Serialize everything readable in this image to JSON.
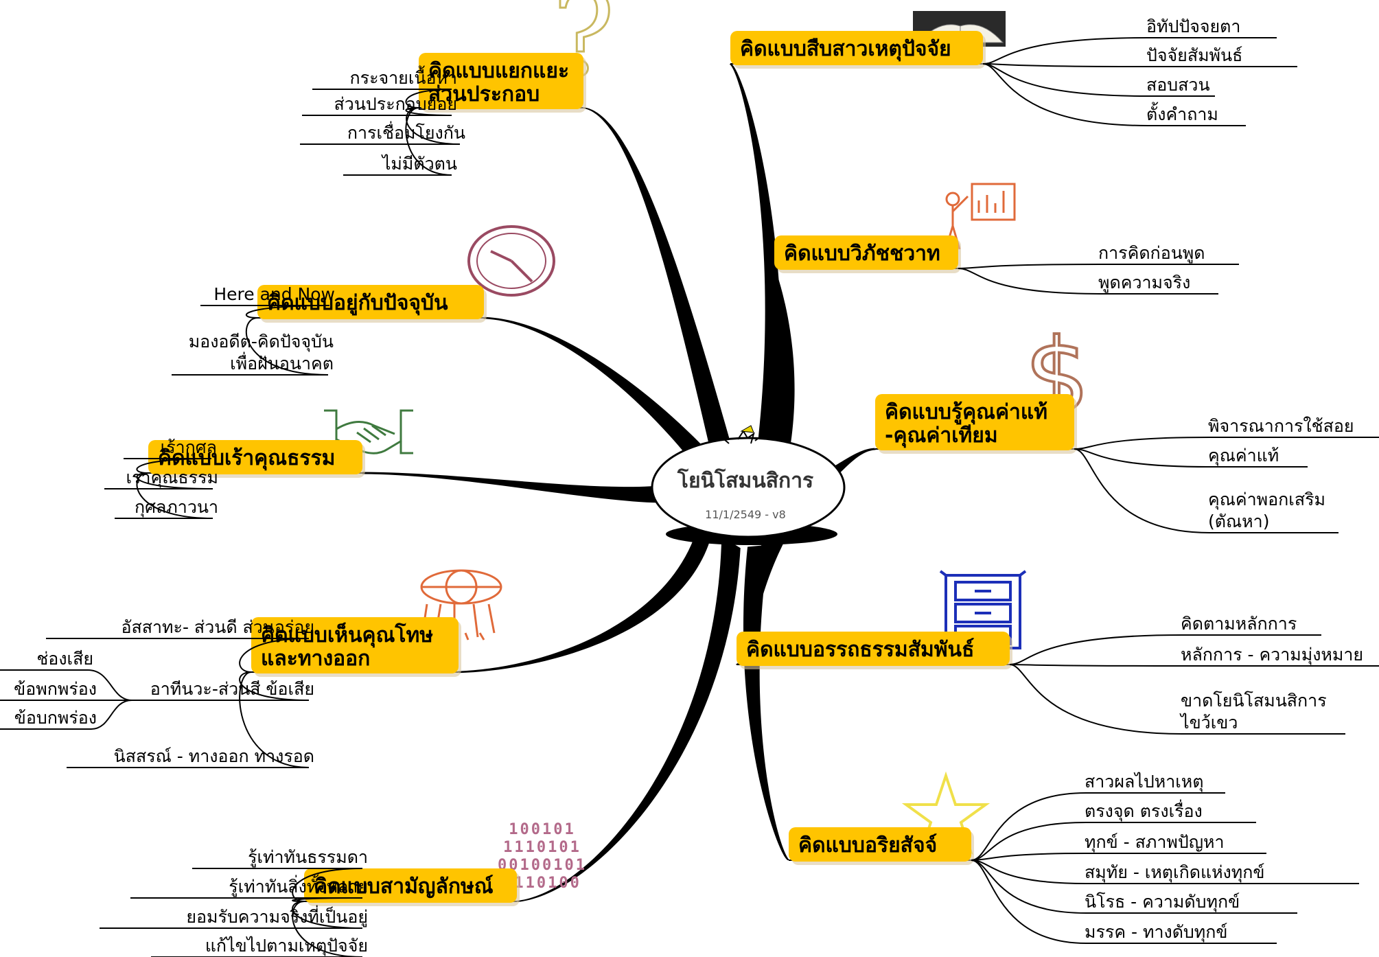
{
  "center": {
    "title": "โยนิโสมนสิการ",
    "date": "11/1/2549 - v8"
  },
  "branches": [
    {
      "id": "analyze",
      "label_lines": [
        "คิดแบบแยกแยะ",
        "ส่วนประกอบ"
      ],
      "icon": "question-mark-icon",
      "subs": [
        {
          "lines": [
            "กระจายเนื้อหา"
          ]
        },
        {
          "lines": [
            "ส่วนประกอบย่อย"
          ]
        },
        {
          "lines": [
            "การเชื่อมโยงกัน"
          ]
        },
        {
          "lines": [
            "ไม่มีตัวตน"
          ]
        }
      ]
    },
    {
      "id": "present",
      "label_lines": [
        "คิดแบบอยู่กับปัจจุบัน"
      ],
      "icon": "clock-icon",
      "subs": [
        {
          "lines": [
            "Here and Now"
          ]
        },
        {
          "lines": [
            "มองอดีต-คิดปัจจุบัน",
            "เพื่อฝันอนาคต"
          ]
        }
      ]
    },
    {
      "id": "virtue",
      "label_lines": [
        "คิดแบบเร้าคุณธรรม"
      ],
      "icon": "handshake-icon",
      "subs": [
        {
          "lines": [
            "เร้ากุศล"
          ]
        },
        {
          "lines": [
            "เราคุณธรรม"
          ]
        },
        {
          "lines": [
            "กุศลภาวนา"
          ]
        }
      ]
    },
    {
      "id": "merit",
      "label_lines": [
        "คิดแบบเห็นคุณโทษ",
        "และทางออก"
      ],
      "icon": "globe-people-icon",
      "subs": [
        {
          "lines": [
            "อัสสาทะ- ส่วนดี ส่วนอร่อย"
          ]
        },
        {
          "lines": [
            "อาทีนวะ-ส่วนสี ข้อเสีย"
          ],
          "children": [
            {
              "lines": [
                "ช่องเสีย"
              ]
            },
            {
              "lines": [
                "ข้อพกพร่อง"
              ]
            },
            {
              "lines": [
                "ข้อบกพร่อง"
              ]
            }
          ]
        },
        {
          "lines": [
            "นิสสรณ์ - ทางออก ทางรอด"
          ]
        }
      ]
    },
    {
      "id": "common",
      "label_lines": [
        "คิดแบบสามัญลักษณ์"
      ],
      "icon": "binary-digits-icon",
      "binary": [
        "100101",
        "1110101",
        "00100101",
        "1110100"
      ],
      "subs": [
        {
          "lines": [
            "รู้เท่าทันธรรมดา"
          ]
        },
        {
          "lines": [
            "รู้เท่าทันสิ่งทั้งหลาย"
          ]
        },
        {
          "lines": [
            "ยอมรับความจริงที่เป็นอยู่"
          ]
        },
        {
          "lines": [
            "แก้ไขไปตามเหตุปัจจัย"
          ]
        }
      ]
    },
    {
      "id": "cause",
      "label_lines": [
        "คิดแบบสืบสาวเหตุปัจจัย"
      ],
      "icon": "book-icon",
      "subs": [
        {
          "lines": [
            "อิทัปปัจจยตา"
          ]
        },
        {
          "lines": [
            "ปัจจัยสัมพันธ์"
          ]
        },
        {
          "lines": [
            "สอบสวน"
          ]
        },
        {
          "lines": [
            "ตั้งคำถาม"
          ]
        }
      ]
    },
    {
      "id": "vibhajja",
      "label_lines": [
        "คิดแบบวิภัชชวาท"
      ],
      "icon": "presenter-chart-icon",
      "subs": [
        {
          "lines": [
            "การคิดก่อนพูด"
          ]
        },
        {
          "lines": [
            "พูดความจริง"
          ]
        }
      ]
    },
    {
      "id": "value",
      "label_lines": [
        "คิดแบบรู้คุณค่าแท้",
        "-คุณค่าเทียม"
      ],
      "icon": "dollar-icon",
      "subs": [
        {
          "lines": [
            "พิจารณาการใช้สอย"
          ]
        },
        {
          "lines": [
            "คุณค่าแท้"
          ]
        },
        {
          "lines": [
            "คุณค่าพอกเสริม",
            "(ตัณหา)"
          ]
        }
      ]
    },
    {
      "id": "principle",
      "label_lines": [
        "คิดแบบอรรถธรรมสัมพันธ์"
      ],
      "icon": "file-cabinet-icon",
      "subs": [
        {
          "lines": [
            "คิดตามหลักการ"
          ]
        },
        {
          "lines": [
            "หลักการ - ความมุ่งหมาย"
          ]
        },
        {
          "lines": [
            "ขาดโยนิโสมนสิการ",
            "ไขว้เขว"
          ]
        }
      ]
    },
    {
      "id": "truth",
      "label_lines": [
        "คิดแบบอริยสัจจ์"
      ],
      "icon": "star-icon",
      "subs": [
        {
          "lines": [
            "สาวผลไปหาเหตุ"
          ]
        },
        {
          "lines": [
            "ตรงจุด ตรงเรื่อง"
          ]
        },
        {
          "lines": [
            "ทุกข์ - สภาพปัญหา"
          ]
        },
        {
          "lines": [
            "สมุทัย - เหตุเกิดแห่งทุกข์"
          ]
        },
        {
          "lines": [
            "นิโรธ - ความดับทุกข์"
          ]
        },
        {
          "lines": [
            "มรรค - ทางดับทุกข์"
          ]
        }
      ]
    }
  ]
}
